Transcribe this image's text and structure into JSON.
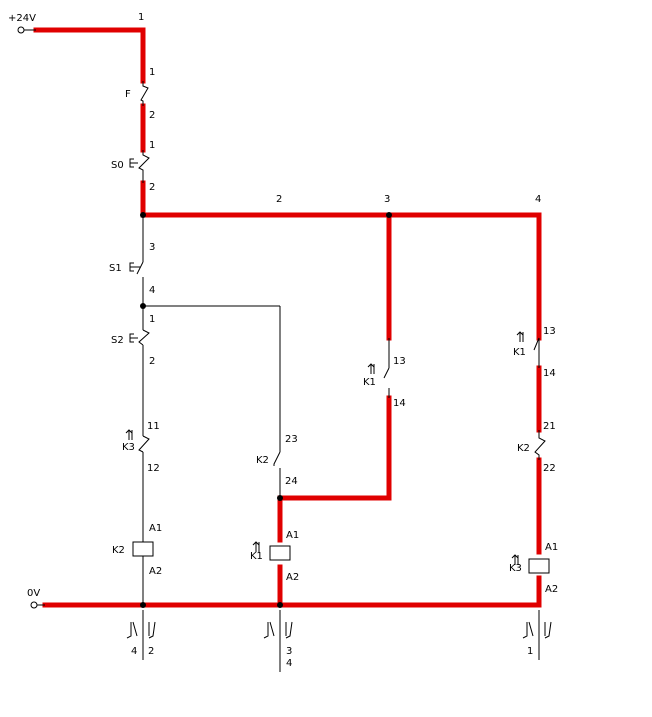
{
  "rails": {
    "supply": "+24V",
    "ground": "0V"
  },
  "colors": {
    "energized": "#e00000",
    "wire": "#000000"
  },
  "top_terminal": "1",
  "devices": {
    "fuse": {
      "name": "F",
      "t_in": "1",
      "t_out": "2"
    },
    "s0": {
      "name": "S0",
      "t_in": "1",
      "t_out": "2"
    },
    "s1": {
      "name": "S1",
      "t_in": "3",
      "t_out": "4"
    },
    "s2": {
      "name": "S2",
      "t_in": "1",
      "t_out": "2"
    },
    "k3_nc": {
      "name": "K3",
      "t_in": "11",
      "t_out": "12"
    },
    "k2_coil": {
      "name": "K2",
      "a1": "A1",
      "a2": "A2"
    },
    "k2_no": {
      "name": "K2",
      "t_in": "23",
      "t_out": "24"
    },
    "k1_coil": {
      "name": "K1",
      "a1": "A1",
      "a2": "A2"
    },
    "k1_no_a": {
      "name": "K1",
      "t_in": "13",
      "t_out": "14"
    },
    "k1_no_b": {
      "name": "K1",
      "t_in": "13",
      "t_out": "14"
    },
    "k2_nc": {
      "name": "K2",
      "t_in": "21",
      "t_out": "22"
    },
    "k3_coil": {
      "name": "K3",
      "a1": "A1",
      "a2": "A2"
    }
  },
  "branch_labels": [
    "2",
    "3",
    "4"
  ],
  "s1_branch_label": "1",
  "contact_refs": {
    "k2": {
      "left": "4",
      "right": "2"
    },
    "k1": {
      "top": "3",
      "bottom": "4"
    },
    "k3": {
      "top": "1"
    }
  }
}
